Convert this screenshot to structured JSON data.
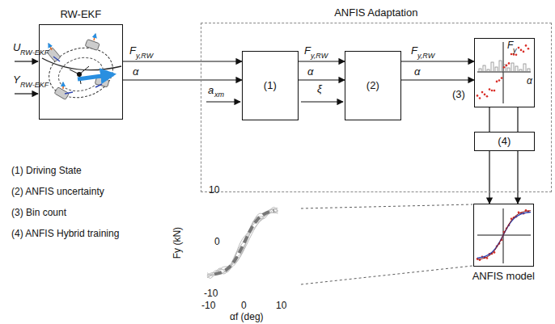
{
  "diagram": {
    "nodes": [
      {
        "text": [
          "RW-EKF"
        ]
      },
      {
        "text": [
          "ANFIS Adaptation"
        ]
      },
      {
        "text": [
          "(1)"
        ],
        "in": 1
      },
      {
        "text": [
          "(2)"
        ],
        "in": 1
      },
      {
        "text": [
          "(3)",
          "F",
          "y",
          "α"
        ],
        "in": 1
      },
      {
        "text": [
          "(4)"
        ],
        "in": 1
      },
      {
        "text": [
          "ANFIS model"
        ]
      }
    ],
    "edges": [
      {
        "from": 0,
        "to": 2,
        "arrow": "to"
      },
      {
        "from": 0,
        "to": 2,
        "arrow": "to"
      },
      {
        "from": 2,
        "to": 3,
        "arrow": "to"
      },
      {
        "from": 2,
        "to": 3,
        "arrow": "to"
      },
      {
        "from": 3,
        "to": 4,
        "arrow": "to"
      },
      {
        "from": 3,
        "to": 4,
        "arrow": "to"
      },
      {
        "from": 4,
        "to": 5,
        "arrow": "none"
      },
      {
        "from": 4,
        "to": 5,
        "arrow": "none"
      },
      {
        "from": 5,
        "to": 6,
        "arrow": "to"
      },
      {
        "from": 5,
        "to": 6,
        "arrow": "to"
      }
    ],
    "labels": [
      "U",
      "RW-EKF",
      "Y",
      "RW-EKF",
      "F",
      "y,RW",
      "α",
      "a",
      "xm",
      "F",
      "y,RW",
      "α",
      "ξ",
      "F",
      "y,RW",
      "α",
      "(1) Driving State",
      "(2) ANFIS uncertainty",
      "(3) Bin count",
      "(4) ANFIS Hybrid training",
      "10",
      "0",
      "-10",
      "Fy (kN)",
      "-10",
      "0",
      "10",
      "αf (deg)"
    ]
  }
}
